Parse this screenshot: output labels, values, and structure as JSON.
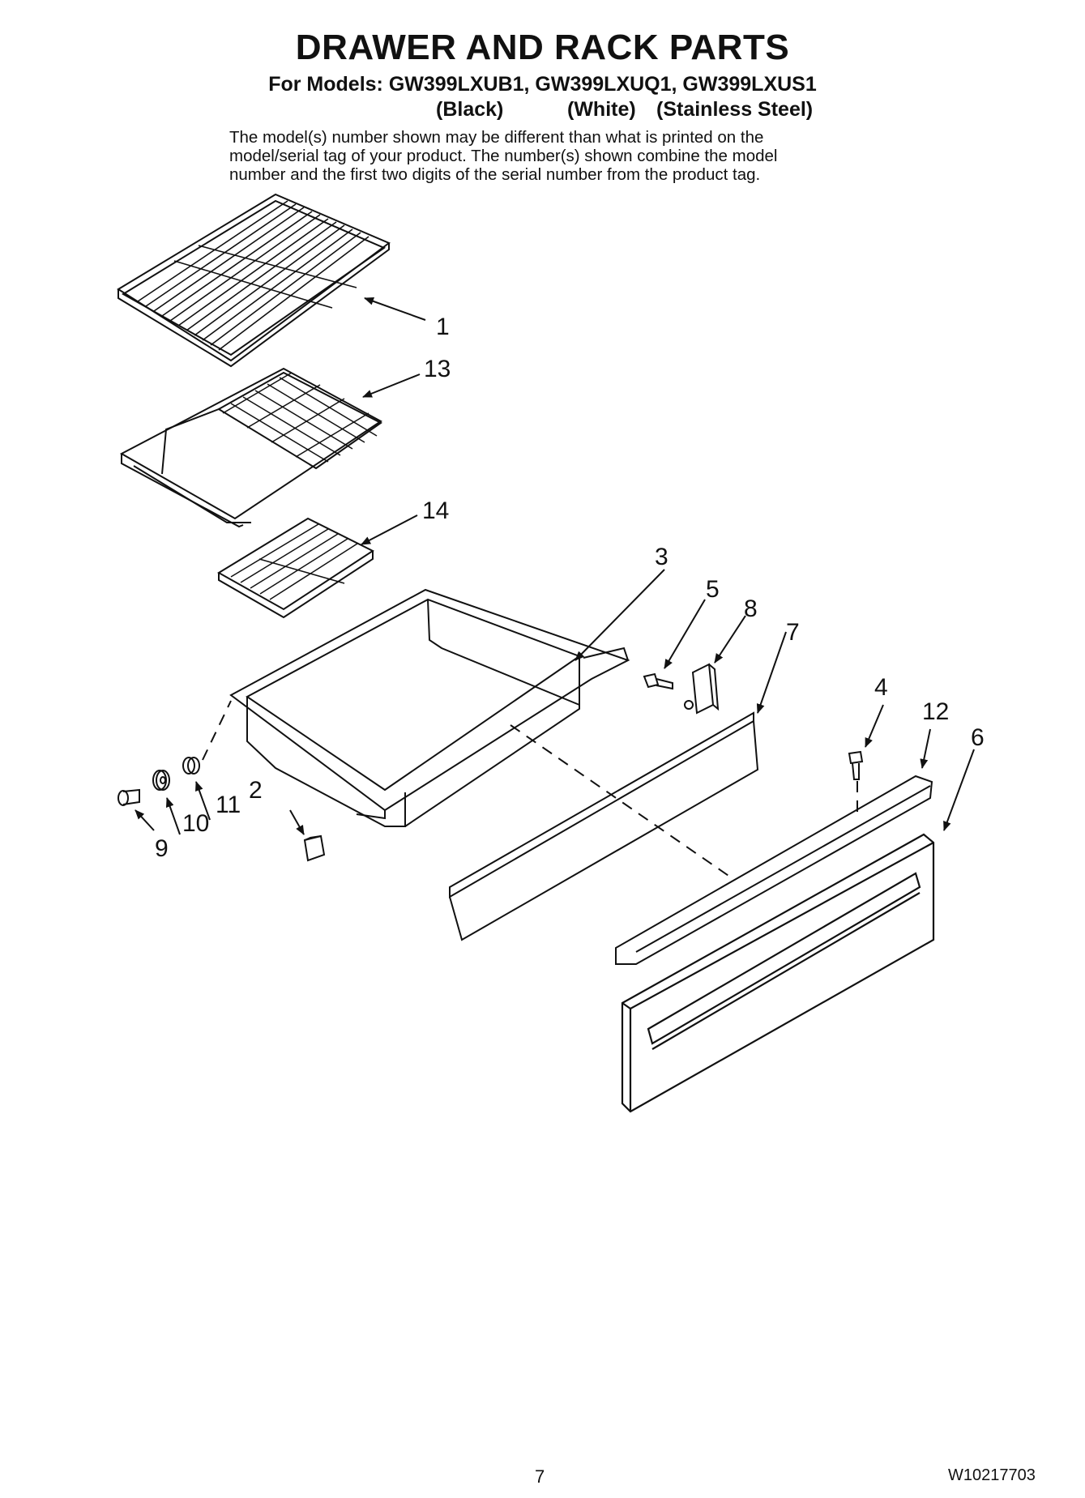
{
  "header": {
    "title": "DRAWER AND RACK PARTS",
    "models_line": "For Models: GW399LXUB1, GW399LXUQ1, GW399LXUS1",
    "variants": [
      "(Black)",
      "(White)",
      "(Stainless Steel)"
    ],
    "notice_lines": [
      "The model(s) number shown may be different than what is printed on the",
      "model/serial tag of your product. The number(s) shown combine the model",
      "number and the first two digits of the serial number from the product tag."
    ]
  },
  "callouts": [
    "1",
    "13",
    "14",
    "3",
    "5",
    "8",
    "7",
    "4",
    "12",
    "6",
    "2",
    "11",
    "10",
    "9"
  ],
  "footer": {
    "page_number": "7",
    "document_number": "W10217703"
  }
}
